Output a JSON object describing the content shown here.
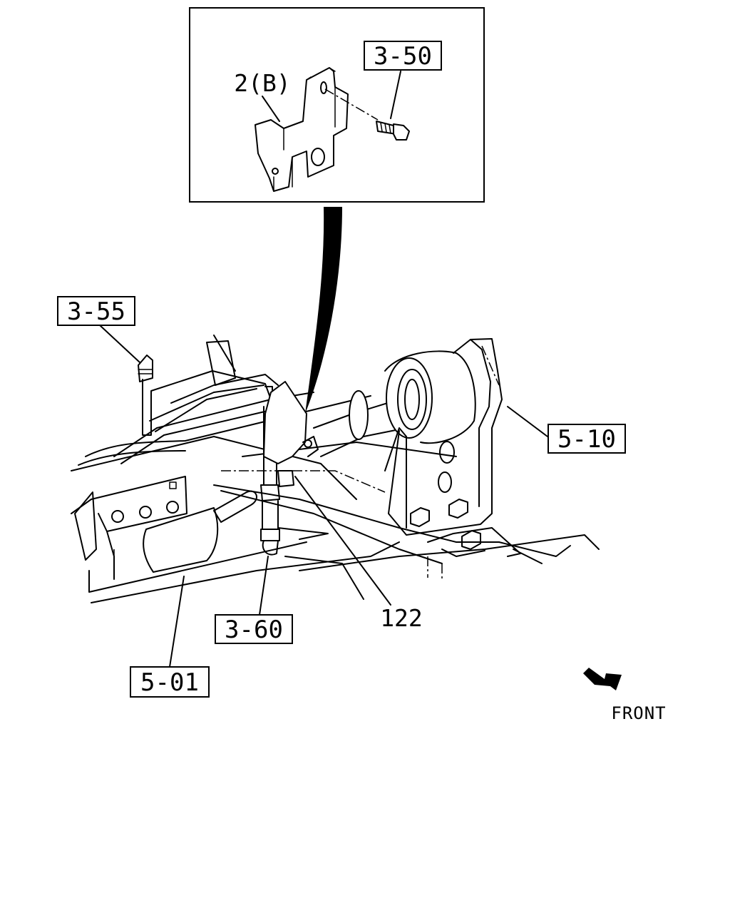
{
  "callouts": {
    "ref_3_50": "3-50",
    "ref_3_55": "3-55",
    "ref_5_10": "5-10",
    "ref_3_60": "3-60",
    "ref_5_01": "5-01",
    "part_2b": "2(B)",
    "part_122": "122"
  },
  "direction": {
    "label": "FRONT",
    "icon": "front-arrow-icon"
  },
  "colors": {
    "line": "#000000",
    "background": "#ffffff"
  }
}
